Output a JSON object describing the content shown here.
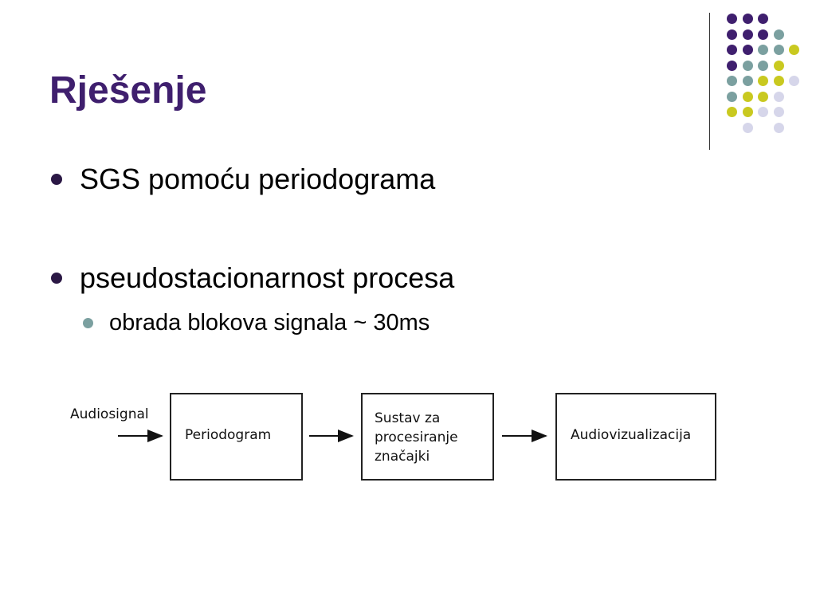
{
  "slide": {
    "title": "Rješenje",
    "bullets": [
      {
        "text": "SGS pomoću periodograma",
        "level": 1
      },
      {
        "text": "pseudostacionarnost procesa",
        "level": 1
      },
      {
        "text": "obrada blokova signala ~ 30ms",
        "level": 2
      }
    ]
  },
  "colors": {
    "title": "#3f1f6e",
    "dark_purple": "#3f1f6e",
    "teal": "#7ba0a0",
    "lime": "#c9c920",
    "lavender": "#d6d6ea",
    "bullet_level1": "#2b1845",
    "bullet_level2": "#7ba0a0"
  },
  "decoration": {
    "dot_grid_rows": [
      [
        "dark_purple",
        "dark_purple",
        "dark_purple",
        null,
        null
      ],
      [
        "dark_purple",
        "dark_purple",
        "dark_purple",
        "teal",
        null
      ],
      [
        "dark_purple",
        "dark_purple",
        "teal",
        "teal",
        "lime"
      ],
      [
        "dark_purple",
        "teal",
        "teal",
        "lime",
        null
      ],
      [
        "teal",
        "teal",
        "lime",
        "lime",
        "lavender"
      ],
      [
        "teal",
        "lime",
        "lime",
        "lavender",
        null
      ],
      [
        "lime",
        "lime",
        "lavender",
        "lavender",
        null
      ],
      [
        null,
        "lavender",
        null,
        "lavender",
        null
      ]
    ]
  },
  "diagram": {
    "input_label": "Audiosignal",
    "blocks": [
      {
        "lines": [
          "Periodogram"
        ]
      },
      {
        "lines": [
          "Sustav za",
          "procesiranje",
          "značajki"
        ]
      },
      {
        "lines": [
          "Audiovizualizacija"
        ]
      }
    ]
  }
}
